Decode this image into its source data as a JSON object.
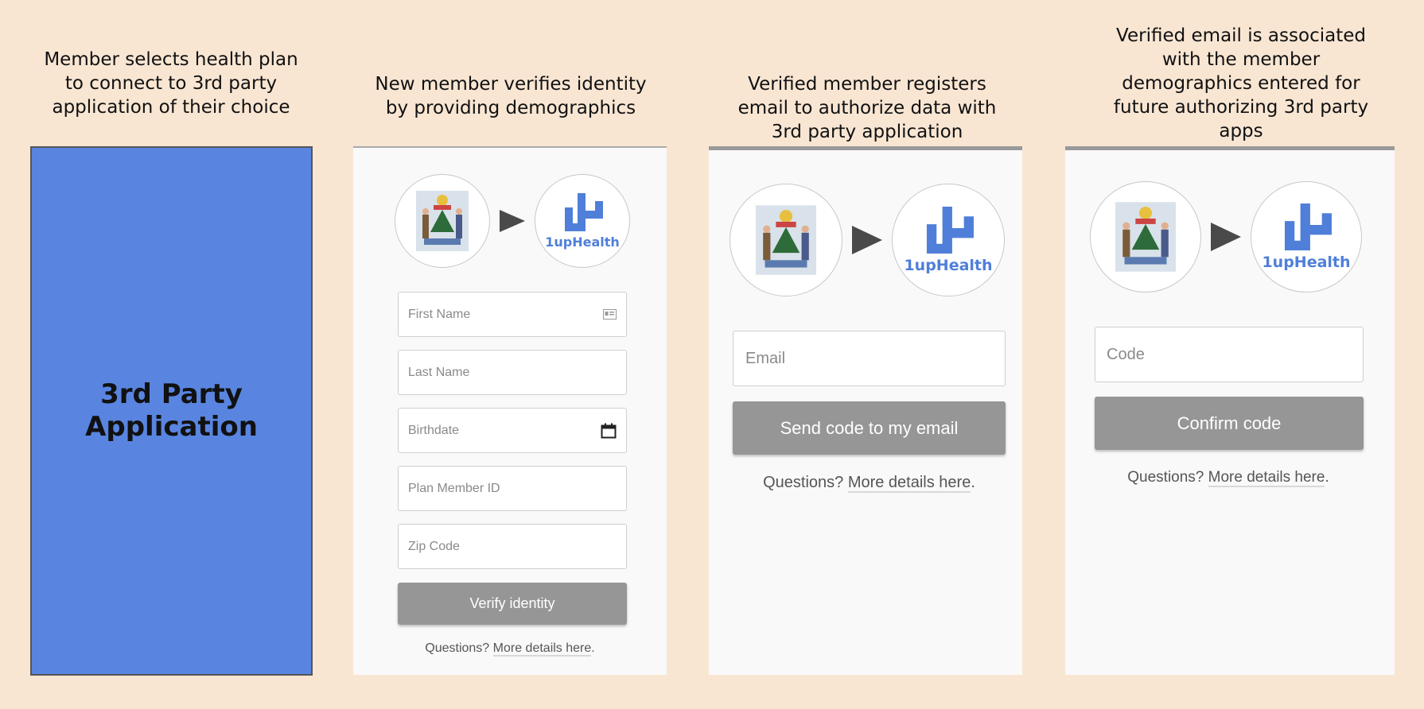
{
  "captions": [
    "Member selects health plan\nto connect to 3rd party\napplication  of their choice",
    "New member verifies identity\nby providing demographics",
    "Verified member registers\nemail to authorize data with\n3rd party application",
    "Verified email is associated\nwith the member\ndemographics entered for\nfuture authorizing 3rd party\napps"
  ],
  "app_box": {
    "label": "3rd Party\nApplication",
    "color": "#5985e0"
  },
  "logo": {
    "brand_text": "1upHealth",
    "brand_color": "#4f7fd9",
    "left_icon": "maine-seal-icon",
    "right_icon": "1uphealth-logo-icon"
  },
  "identity_form": {
    "fields": [
      {
        "placeholder": "First Name",
        "icon": "contact-card-icon"
      },
      {
        "placeholder": "Last Name"
      },
      {
        "placeholder": "Birthdate",
        "icon": "calendar-icon"
      },
      {
        "placeholder": "Plan Member ID"
      },
      {
        "placeholder": "Zip Code"
      }
    ],
    "submit_label": "Verify identity"
  },
  "email_form": {
    "placeholder": "Email",
    "submit_label": "Send code to my email"
  },
  "code_form": {
    "placeholder": "Code",
    "submit_label": "Confirm code"
  },
  "questions": {
    "prefix": "Questions? ",
    "link": "More details here",
    "suffix": "."
  }
}
